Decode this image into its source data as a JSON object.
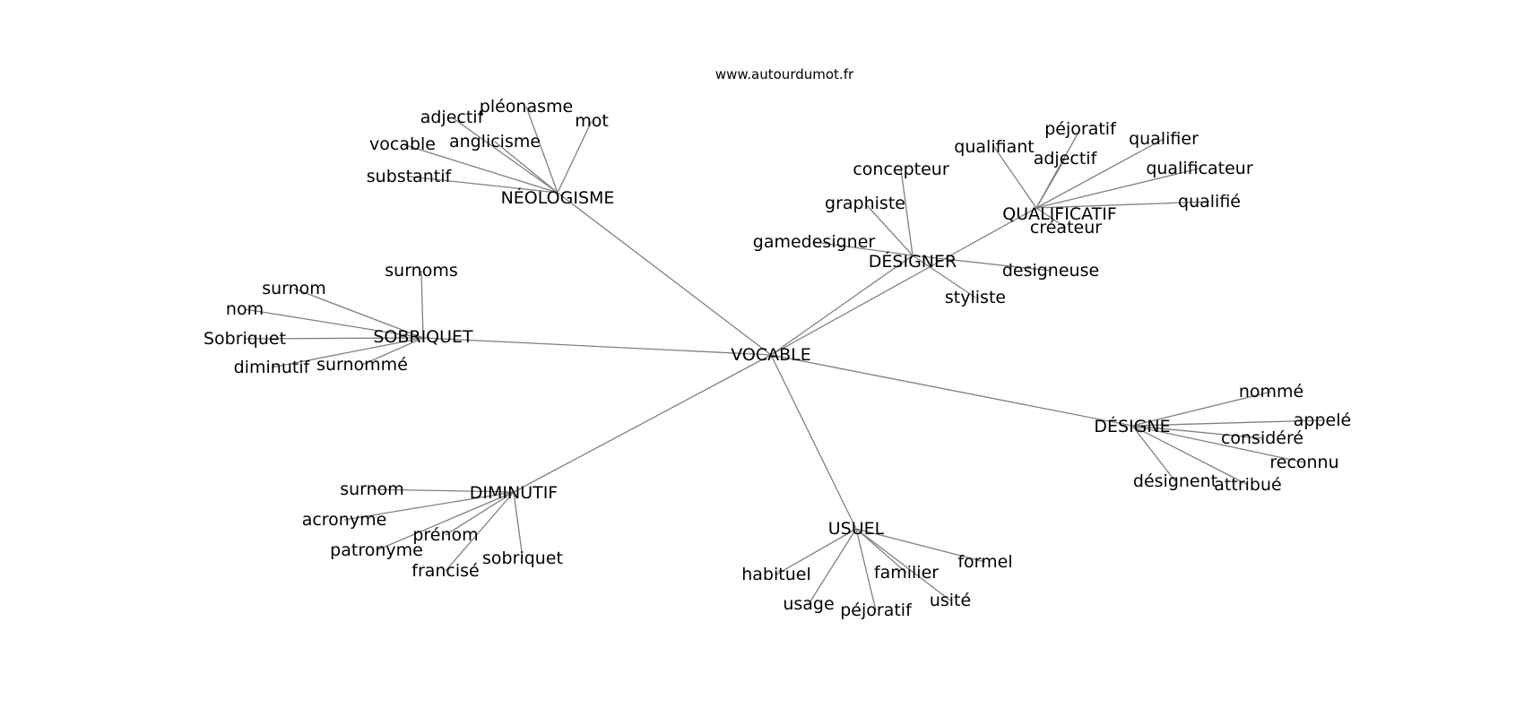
{
  "site": "www.autourdumot.fr",
  "graph": {
    "center": "VOCABLE",
    "groups": [
      {
        "hub": "NÉOLOGISME",
        "leaves": [
          "adjectif",
          "pléonasme",
          "mot",
          "vocable",
          "anglicisme",
          "substantif"
        ]
      },
      {
        "hub": "SOBRIQUET",
        "leaves": [
          "surnoms",
          "surnom",
          "nom",
          "Sobriquet",
          "diminutif",
          "surnommé"
        ]
      },
      {
        "hub": "DÉSIGNER",
        "leaves": [
          "concepteur",
          "graphiste",
          "gamedesigner",
          "designeuse",
          "styliste"
        ]
      },
      {
        "hub": "QUALIFICATIF",
        "leaves": [
          "qualifiant",
          "péjoratif",
          "adjectif",
          "qualifier",
          "qualificateur",
          "qualifié",
          "créateur"
        ]
      },
      {
        "hub": "DÉSIGNE",
        "leaves": [
          "nommé",
          "appelé",
          "considéré",
          "reconnu",
          "désignent",
          "attribué"
        ]
      },
      {
        "hub": "DIMINUTIF",
        "leaves": [
          "surnom",
          "acronyme",
          "prénom",
          "patronyme",
          "francisé",
          "sobriquet"
        ]
      },
      {
        "hub": "USUEL",
        "leaves": [
          "habituel",
          "usage",
          "péjoratif",
          "familier",
          "formel",
          "usité"
        ]
      }
    ]
  }
}
